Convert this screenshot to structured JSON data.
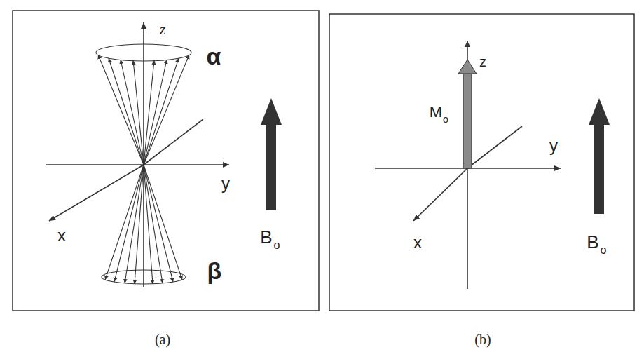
{
  "diagram": {
    "labels": [
      "z",
      "α",
      "y",
      "x",
      "β",
      "B",
      "o",
      "z",
      "M",
      "o",
      "y",
      "x",
      "B",
      "o",
      "(a)",
      "(b)"
    ]
  }
}
